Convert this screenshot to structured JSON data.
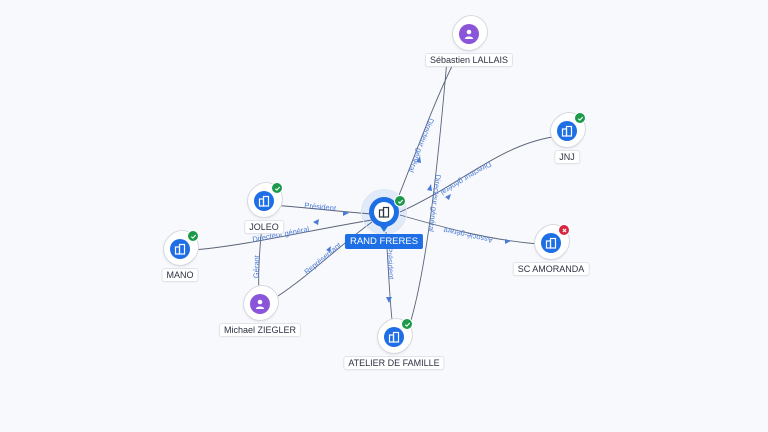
{
  "colors": {
    "company": "#1e6ee6",
    "person": "#8a55d8",
    "status_ok": "#1b9a4a",
    "status_closed": "#d8253f",
    "edge": "#5a6378",
    "edge_label": "#4a7bd6"
  },
  "center": {
    "label": "RAND FRERES",
    "icon": "building-icon",
    "status": "ok"
  },
  "nodes": {
    "sebastien": {
      "label": "Sébastien LALLAIS",
      "icon": "person-icon"
    },
    "jnj": {
      "label": "JNJ",
      "icon": "building-icon",
      "status": "ok"
    },
    "joleo": {
      "label": "JOLEO",
      "icon": "building-icon",
      "status": "ok"
    },
    "mano": {
      "label": "MANO",
      "icon": "building-icon",
      "status": "ok"
    },
    "sc_amoranda": {
      "label": "SC AMORANDA",
      "icon": "building-icon",
      "status": "closed"
    },
    "michael": {
      "label": "Michael ZIEGLER",
      "icon": "person-icon"
    },
    "atelier": {
      "label": "ATELIER DE FAMILLE",
      "icon": "building-icon",
      "status": "ok"
    }
  },
  "edges": {
    "sebastien_rand": "Directeur général",
    "sebastien_atelier": "Directeur général",
    "jnj_rand": "Directeur général",
    "joleo_rand": "Président",
    "mano_rand": "Directeur général",
    "sc_amoranda_rand": "Associé-gérant",
    "michael_rand": "Représentant",
    "michael_joleo": "Gérant",
    "rand_atelier": "Président"
  }
}
